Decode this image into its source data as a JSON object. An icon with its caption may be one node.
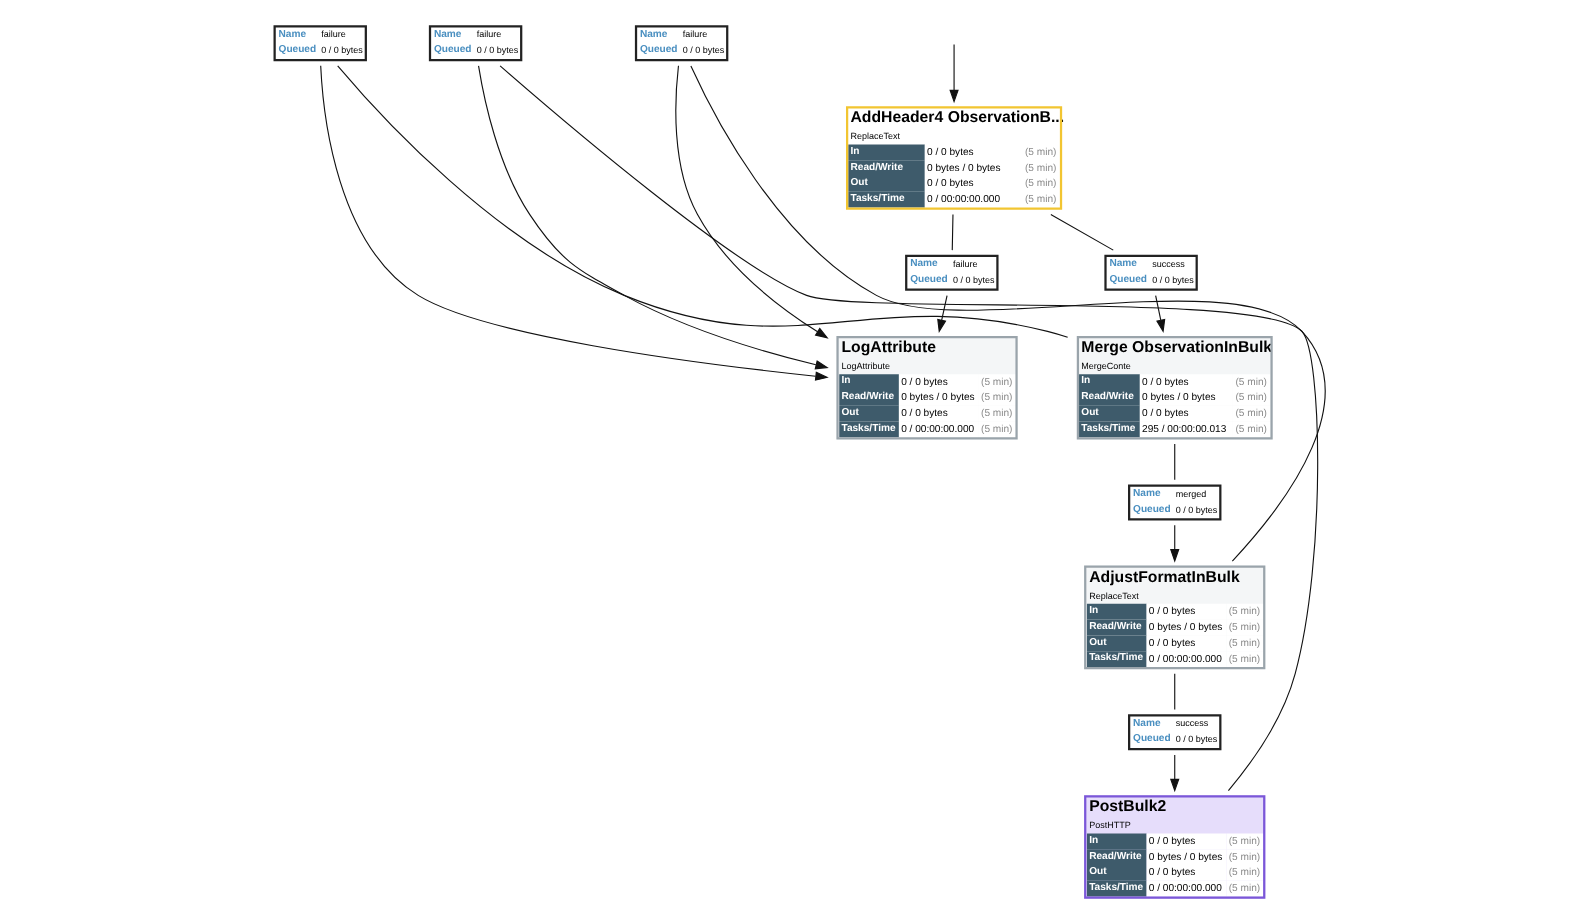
{
  "diagram": {
    "nodes": [
      {
        "text": [
          "AddHeader4 ObservationB...",
          "ReplaceText",
          "In",
          "0 / 0 bytes",
          "(5 min)",
          "Read/Write",
          "0 bytes / 0 bytes",
          "(5 min)",
          "Out",
          "0 / 0 bytes",
          "(5 min)",
          "Tasks/Time",
          "0 / 00:00:00.000",
          "(5 min)"
        ]
      },
      {
        "text": [
          "Name",
          "failure",
          "Queued",
          "0 / 0 bytes"
        ]
      },
      {
        "text": [
          "LogAttribute",
          "LogAttribute",
          "In",
          "0 / 0 bytes",
          "(5 min)",
          "Read/Write",
          "0 bytes / 0 bytes",
          "(5 min)",
          "Out",
          "0 / 0 bytes",
          "(5 min)",
          "Tasks/Time",
          "0 / 00:00:00.000",
          "(5 min)"
        ]
      },
      {
        "text": [
          "Name",
          "success",
          "Queued",
          "0 / 0 bytes"
        ]
      },
      {
        "text": [
          "Name",
          "failure",
          "Queued",
          "0 / 0 bytes"
        ]
      },
      {
        "text": [
          "Merge ObservationInBulk",
          "MergeConte",
          "In",
          "0 / 0 bytes",
          "(5 min)",
          "Read/Write",
          "0 bytes / 0 bytes",
          "(5 min)",
          "Out",
          "0 / 0 bytes",
          "(5 min)",
          "Tasks/Time",
          "295 / 00:00:00.013",
          "(5 min)"
        ]
      },
      {
        "text": [
          "Name",
          "failure",
          "Queued",
          "0 / 0 bytes"
        ]
      },
      {
        "text": [
          "Name",
          "failure",
          "Queued",
          "0 / 0 bytes"
        ]
      },
      {
        "text": [
          "Name",
          "merged",
          "Queued",
          "0 / 0 bytes"
        ]
      },
      {
        "text": [
          "AdjustFormatInBulk",
          "ReplaceText",
          "In",
          "0 / 0 bytes",
          "(5 min)",
          "Read/Write",
          "0 bytes / 0 bytes",
          "(5 min)",
          "Out",
          "0 / 0 bytes",
          "(5 min)",
          "Tasks/Time",
          "0 / 00:00:00.000",
          "(5 min)"
        ]
      },
      {
        "text": [
          "Name",
          "success",
          "Queued",
          "0 / 0 bytes"
        ]
      },
      {
        "text": [
          "PostBulk2",
          "PostHTTP",
          "In",
          "0 / 0 bytes",
          "(5 min)",
          "Read/Write",
          "0 bytes / 0 bytes",
          "(5 min)",
          "Out",
          "0 / 0 bytes",
          "(5 min)",
          "Tasks/Time",
          "0 / 00:00:00.000",
          "(5 min)"
        ]
      }
    ],
    "edges": [
      {
        "from": null,
        "to": 0,
        "arrow": "to"
      },
      {
        "from": 0,
        "to": 1,
        "arrow": "none"
      },
      {
        "from": 1,
        "to": 2,
        "arrow": "to"
      },
      {
        "from": 0,
        "to": 3,
        "arrow": "none"
      },
      {
        "from": 3,
        "to": 5,
        "arrow": "to"
      },
      {
        "from": 5,
        "to": 4,
        "arrow": "none"
      },
      {
        "from": 4,
        "to": 2,
        "arrow": "to"
      },
      {
        "from": 9,
        "to": 6,
        "arrow": "none"
      },
      {
        "from": 6,
        "to": 2,
        "arrow": "to"
      },
      {
        "from": 11,
        "to": 7,
        "arrow": "none"
      },
      {
        "from": 7,
        "to": 2,
        "arrow": "to"
      },
      {
        "from": 5,
        "to": 8,
        "arrow": "none"
      },
      {
        "from": 8,
        "to": 9,
        "arrow": "to"
      },
      {
        "from": 9,
        "to": 10,
        "arrow": "none"
      },
      {
        "from": 10,
        "to": 11,
        "arrow": "to"
      }
    ]
  }
}
